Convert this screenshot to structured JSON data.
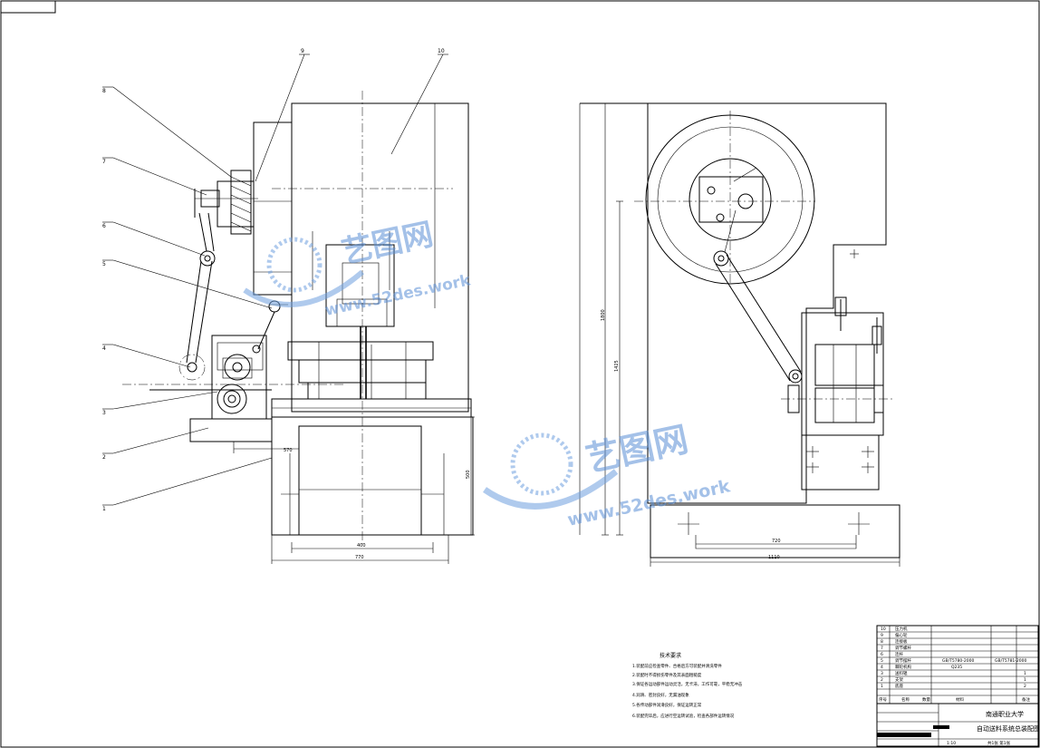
{
  "part_labels": [
    "1",
    "2",
    "3",
    "4",
    "5",
    "6",
    "7",
    "8",
    "9",
    "10"
  ],
  "dimensions": {
    "front_570": "570",
    "front_500": "500",
    "front_400": "400",
    "front_770": "770",
    "side_1800": "1800",
    "side_1425": "1425",
    "side_720": "720",
    "side_1110": "1110"
  },
  "tech_notes": {
    "title": "技术要求",
    "lines": [
      "1.装配前应检查零件、合格后方可装配并清洗零件",
      "2.装配时不得损伤零件及其表面粗糙度",
      "3.保证各运动部件运动灵活，无卡滞，工作可靠，平稳无冲击",
      "4.润滑、密封良好，无漏油现象",
      "5.各传动部件润滑良好，保证运转正常",
      "6.装配完毕后，应进行空运转试验，检查各部件运转情况"
    ]
  },
  "title_block": {
    "rows": [
      {
        "no": "10",
        "name": "压力机"
      },
      {
        "no": "9",
        "name": "偏心轮"
      },
      {
        "no": "8",
        "name": "连接板"
      },
      {
        "no": "7",
        "name": "调节螺杆"
      },
      {
        "no": "6",
        "name": "连杆"
      },
      {
        "no": "5",
        "name": "调节摆杆"
      },
      {
        "no": "4",
        "name": "棘轮机构"
      },
      {
        "no": "3",
        "name": "送料辊"
      },
      {
        "no": "2",
        "name": "支架"
      },
      {
        "no": "1",
        "name": "底座"
      }
    ],
    "codes": [
      "GB/T5780-2000",
      "GB/T5781-2000"
    ],
    "material": "Q235",
    "qty_values": [
      "1",
      "1",
      "2"
    ],
    "header": [
      "序号",
      "名称",
      "数量",
      "材料",
      "备注"
    ],
    "school": "南通职业大学",
    "drawing_title": "自动送料系统总装配图",
    "scale": "1:10",
    "sheet": "共1张 第1张"
  },
  "watermark": {
    "brand": "艺图网",
    "url": "www.52des.work"
  }
}
